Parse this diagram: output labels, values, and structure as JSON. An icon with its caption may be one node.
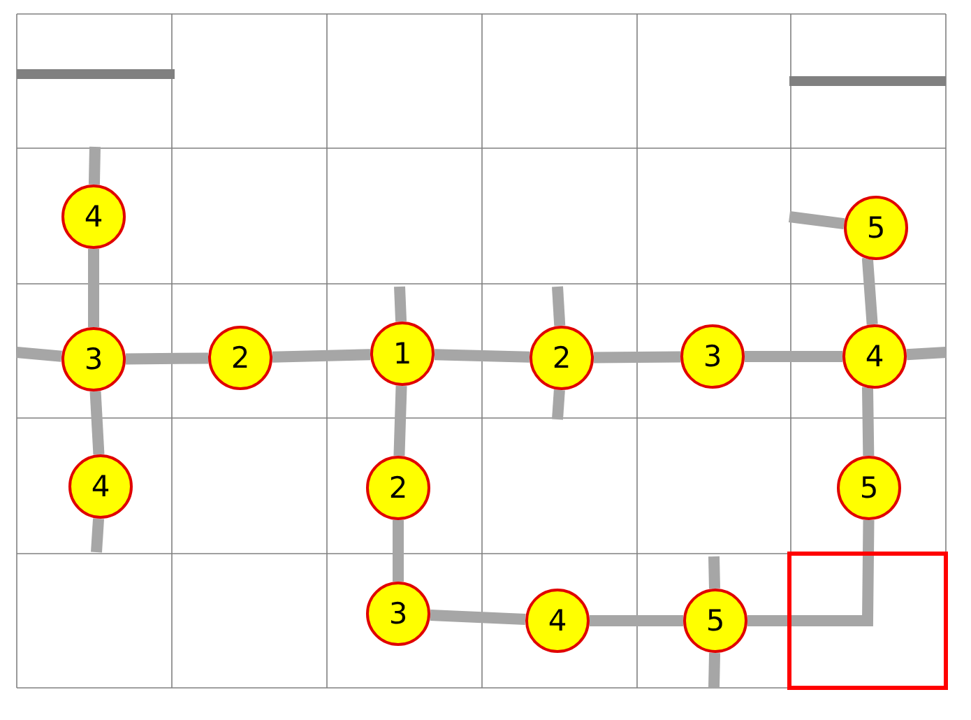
{
  "diagram": {
    "nodes": [
      {
        "text": [
          "4"
        ]
      },
      {
        "text": [
          "5"
        ]
      },
      {
        "text": [
          "3"
        ]
      },
      {
        "text": [
          "2"
        ]
      },
      {
        "text": [
          "1"
        ]
      },
      {
        "text": [
          "2"
        ]
      },
      {
        "text": [
          "3"
        ]
      },
      {
        "text": [
          "4"
        ]
      },
      {
        "text": [
          "4"
        ]
      },
      {
        "text": [
          "2"
        ]
      },
      {
        "text": [
          "5"
        ]
      },
      {
        "text": [
          "3"
        ]
      },
      {
        "text": [
          "4"
        ]
      },
      {
        "text": [
          "5"
        ]
      }
    ],
    "edges": [
      {
        "from": 0,
        "to": 2,
        "arrow": "none"
      },
      {
        "from": 2,
        "to": 8,
        "arrow": "none"
      },
      {
        "from": 2,
        "to": 3,
        "arrow": "none"
      },
      {
        "from": 3,
        "to": 4,
        "arrow": "none"
      },
      {
        "from": 4,
        "to": 5,
        "arrow": "none"
      },
      {
        "from": 5,
        "to": 6,
        "arrow": "none"
      },
      {
        "from": 6,
        "to": 7,
        "arrow": "none"
      },
      {
        "from": 4,
        "to": 9,
        "arrow": "none"
      },
      {
        "from": 9,
        "to": 11,
        "arrow": "none"
      },
      {
        "from": 11,
        "to": 12,
        "arrow": "none"
      },
      {
        "from": 12,
        "to": 13,
        "arrow": "none"
      },
      {
        "from": 1,
        "to": 7,
        "arrow": "none"
      },
      {
        "from": 7,
        "to": 10,
        "arrow": "none"
      },
      {
        "from": 10,
        "to": 13,
        "arrow": "none"
      },
      {
        "from": null,
        "to": 0,
        "arrow": "none"
      },
      {
        "from": null,
        "to": 2,
        "arrow": "none"
      },
      {
        "from": 7,
        "to": null,
        "arrow": "none"
      },
      {
        "from": 8,
        "to": null,
        "arrow": "none"
      },
      {
        "from": null,
        "to": 4,
        "arrow": "none"
      },
      {
        "from": null,
        "to": 5,
        "arrow": "none"
      },
      {
        "from": 5,
        "to": null,
        "arrow": "none"
      },
      {
        "from": null,
        "to": 13,
        "arrow": "none"
      },
      {
        "from": 13,
        "to": null,
        "arrow": "none"
      },
      {
        "from": null,
        "to": 1,
        "arrow": "none"
      }
    ]
  }
}
